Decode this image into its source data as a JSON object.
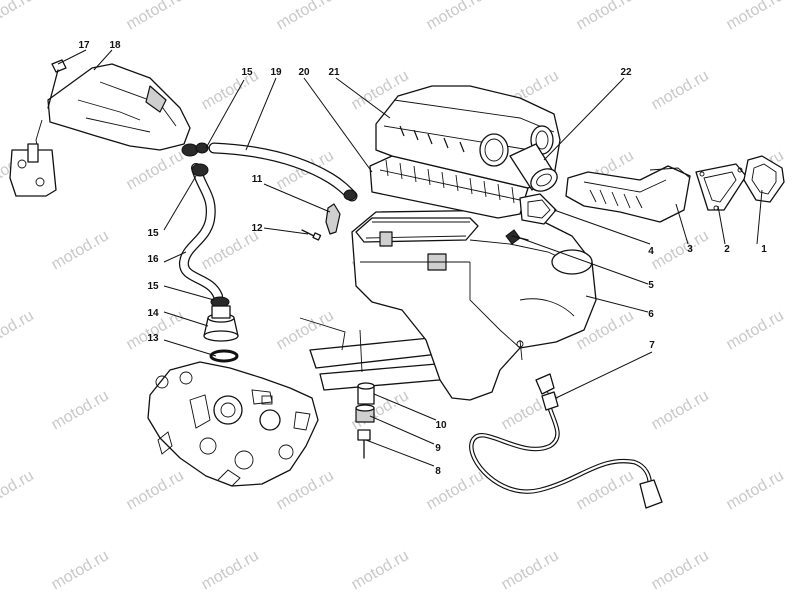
{
  "watermark": "motod.ru",
  "parts": [
    {
      "id": "p1",
      "label": "1"
    },
    {
      "id": "p2",
      "label": "2"
    },
    {
      "id": "p3",
      "label": "3"
    },
    {
      "id": "p4",
      "label": "4"
    },
    {
      "id": "p5",
      "label": "5"
    },
    {
      "id": "p6",
      "label": "6"
    },
    {
      "id": "p7",
      "label": "7"
    },
    {
      "id": "p8",
      "label": "8"
    },
    {
      "id": "p9",
      "label": "9"
    },
    {
      "id": "p10",
      "label": "10"
    },
    {
      "id": "p11",
      "label": "11"
    },
    {
      "id": "p12",
      "label": "12"
    },
    {
      "id": "p13",
      "label": "13"
    },
    {
      "id": "p14",
      "label": "14"
    },
    {
      "id": "p15a",
      "label": "15"
    },
    {
      "id": "p15b",
      "label": "15"
    },
    {
      "id": "p15c",
      "label": "15"
    },
    {
      "id": "p16",
      "label": "16"
    },
    {
      "id": "p17",
      "label": "17"
    },
    {
      "id": "p18",
      "label": "18"
    },
    {
      "id": "p19",
      "label": "19"
    },
    {
      "id": "p20",
      "label": "20"
    },
    {
      "id": "p21",
      "label": "21"
    },
    {
      "id": "p22",
      "label": "22"
    }
  ]
}
